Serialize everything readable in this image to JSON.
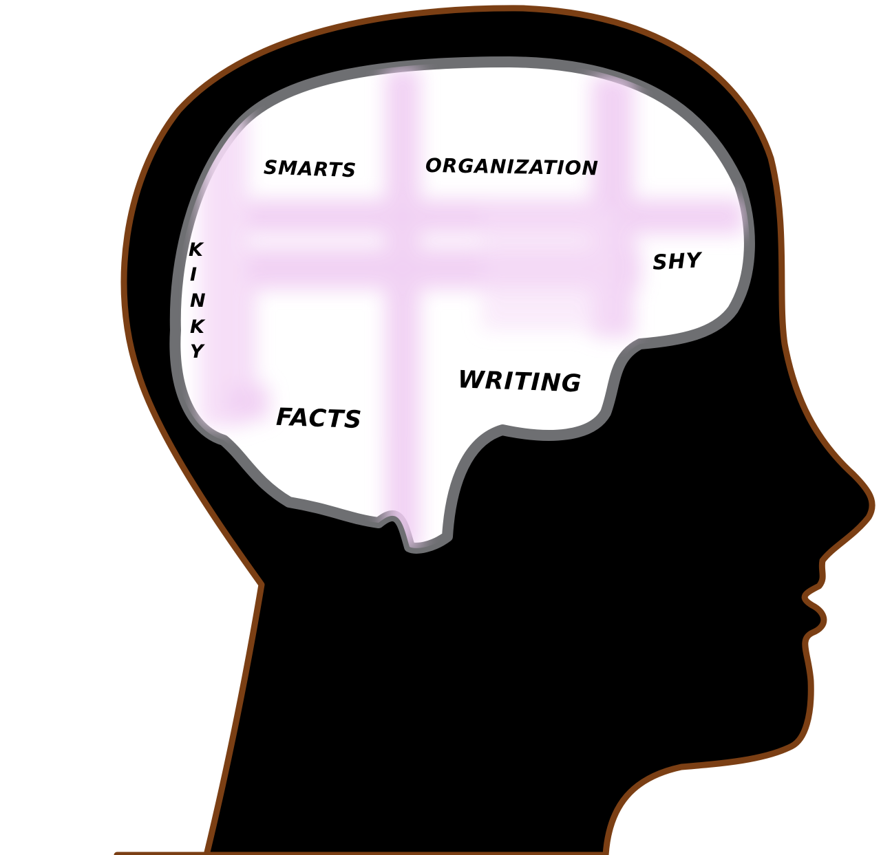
{
  "colors": {
    "head_fill": "#000000",
    "head_outline": "#7b3f14",
    "brain_outline": "#6e6f72",
    "brain_fill": "#ffffff",
    "highlight": "#f0cdf3"
  },
  "regions": {
    "smarts": "SMARTS",
    "organization": "ORGANIZATION",
    "shy": "SHY",
    "kinky": [
      "K",
      "I",
      "N",
      "K",
      "Y"
    ],
    "writing": "WRITING",
    "facts": "FACTS"
  }
}
